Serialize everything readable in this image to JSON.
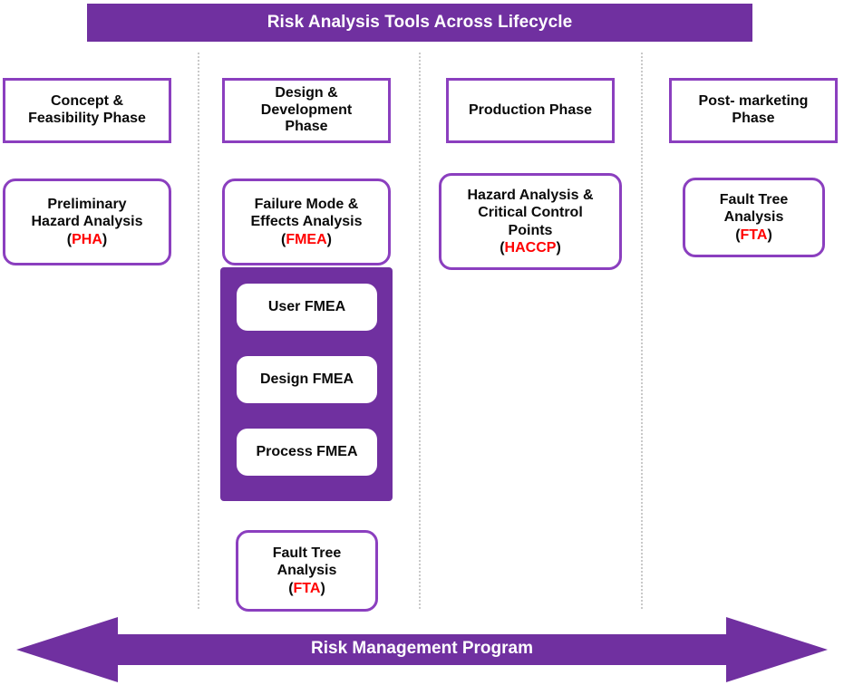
{
  "header": {
    "title": "Risk Analysis Tools Across Lifecycle"
  },
  "colors": {
    "purple_fill": "#7030A0",
    "purple_border": "#8B3FBF",
    "acronym_red": "#FF0000",
    "divider_gray": "#c9c9c9",
    "text_black": "#0a0a0a",
    "banner_text": "#ffffff"
  },
  "columns": [
    {
      "phase": "Concept &\nFeasibility Phase",
      "phase_lines": [
        "Concept &",
        "Feasibility Phase"
      ],
      "tools": [
        {
          "name_lines": [
            "Preliminary",
            "Hazard Analysis"
          ],
          "acronym": "PHA"
        }
      ]
    },
    {
      "phase": "Design &\nDevelopment\nPhase",
      "phase_lines": [
        "Design &",
        "Development",
        "Phase"
      ],
      "tools": [
        {
          "name_lines": [
            "Failure Mode &",
            "Effects Analysis"
          ],
          "acronym": "FMEA"
        },
        {
          "name_lines": [
            "Fault Tree",
            "Analysis"
          ],
          "acronym": "FTA"
        }
      ],
      "fmea_subtypes": [
        "User FMEA",
        "Design FMEA",
        "Process FMEA"
      ]
    },
    {
      "phase": "Production Phase",
      "phase_lines": [
        "Production Phase"
      ],
      "tools": [
        {
          "name_lines": [
            "Hazard Analysis &",
            "Critical Control",
            "Points"
          ],
          "acronym": "HACCP"
        }
      ]
    },
    {
      "phase": "Post- marketing Phase",
      "phase_lines": [
        "Post- marketing",
        "Phase"
      ],
      "tools": [
        {
          "name_lines": [
            "Fault Tree",
            "Analysis"
          ],
          "acronym": "FTA"
        }
      ]
    }
  ],
  "footer": {
    "arrow_label": "Risk Management Program",
    "arrow_direction": "double"
  }
}
